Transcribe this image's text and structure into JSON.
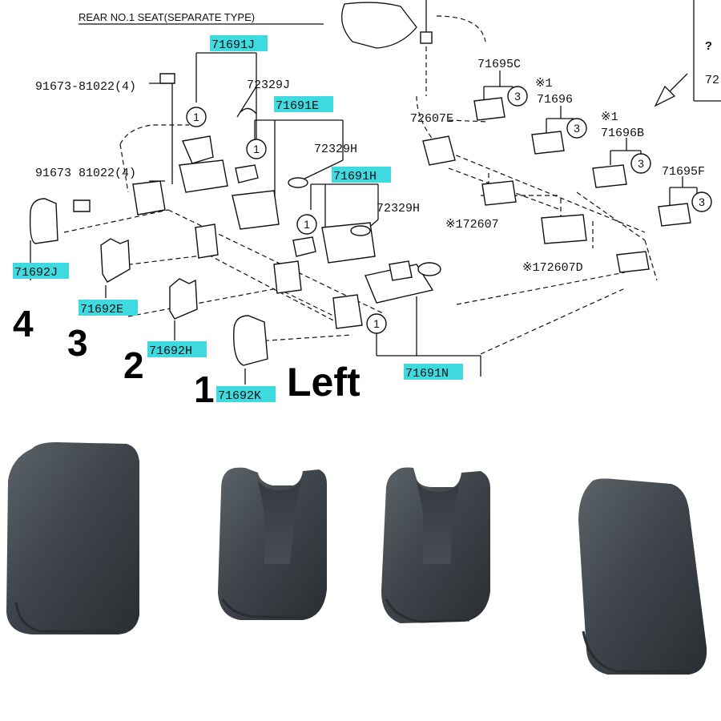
{
  "diagram": {
    "title": "REAR NO.1 SEAT(SEPARATE TYPE)",
    "corner_marks": [
      "?",
      "72"
    ],
    "part_labels": {
      "p71691J": "71691J",
      "p72329J": "72329J",
      "p71691E": "71691E",
      "p72329H_a": "72329H",
      "p71691H": "71691H",
      "p72329H_b": "72329H",
      "p91673_a": "91673-81022(4)",
      "p91673_b": "91673 81022(4)",
      "p71692J": "71692J",
      "p71692E": "71692E",
      "p71692H": "71692H",
      "p71692K": "71692K",
      "p71691N": "71691N",
      "p71695C": "71695C",
      "p71696": "71696",
      "p71696B": "71696B",
      "p71695F": "71695F",
      "p72607E": "72607E",
      "p72607": "※172607",
      "p72607D": "※172607D",
      "note1": "※1",
      "note2": "※1"
    },
    "circle_refs": {
      "one": "1",
      "three": "3"
    },
    "position_numbers": {
      "n4": "4",
      "n3": "3",
      "n2": "2",
      "n1": "1"
    },
    "side_label": "Left"
  },
  "photo": {
    "parts": [
      "seat-hinge-cover-4",
      "seat-hinge-cover-3",
      "seat-hinge-cover-2",
      "seat-hinge-cover-1"
    ],
    "colors": {
      "part_fill": "#3f454b",
      "part_highlight": "#5b6268",
      "part_shadow": "#2a2e32"
    }
  },
  "colors": {
    "label_highlight": "#3fd9e0",
    "ink": "#111111"
  }
}
